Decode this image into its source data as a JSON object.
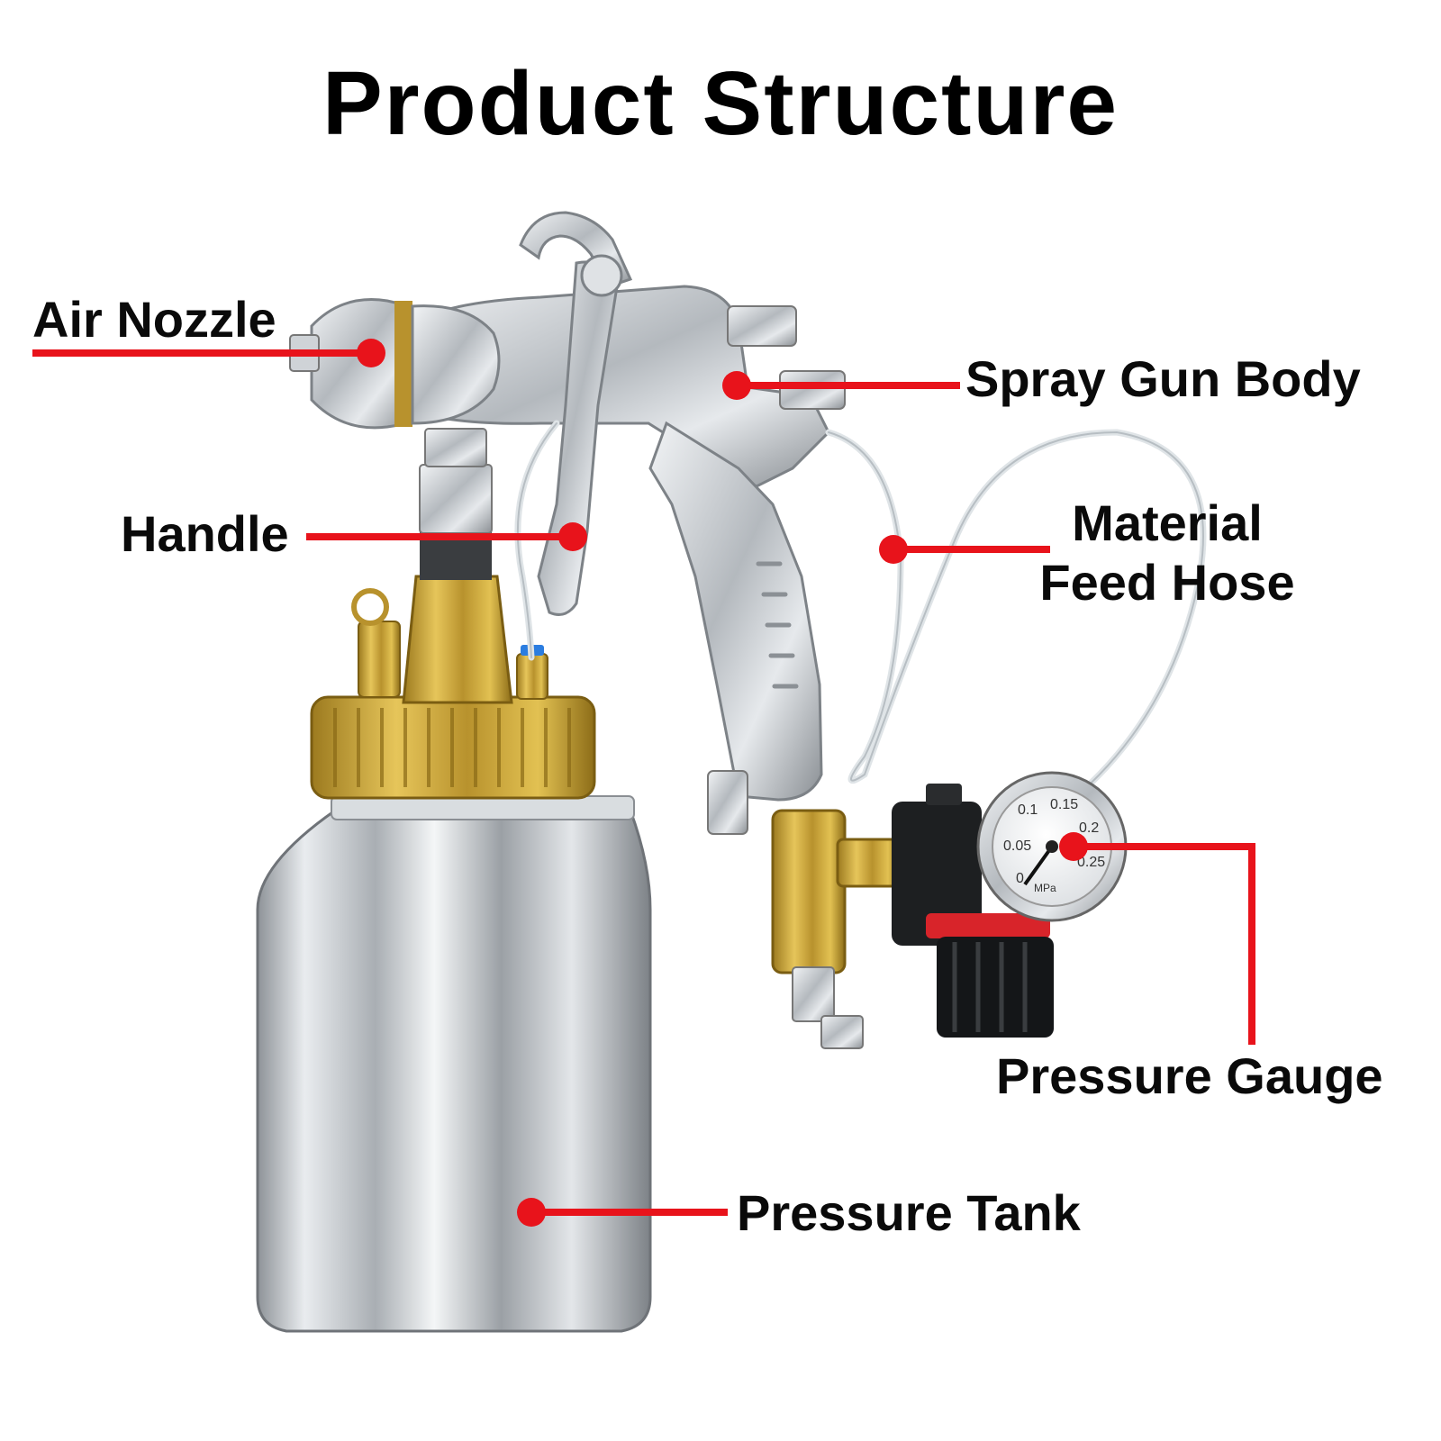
{
  "title": "Product Structure",
  "labels": {
    "air_nozzle": "Air Nozzle",
    "spray_gun_body": "Spray Gun Body",
    "handle": "Handle",
    "material_feed_hose_line1": "Material",
    "material_feed_hose_line2": "Feed Hose",
    "pressure_gauge": "Pressure Gauge",
    "pressure_tank": "Pressure Tank"
  },
  "gauge_marks": [
    "0.1",
    "0.15",
    "0.05",
    "0.2",
    "0",
    "0.25",
    "MPa"
  ],
  "colors": {
    "callout": "#e8131b",
    "brass": "#c9a23a",
    "chrome": "#c8ccd0",
    "text": "#000000"
  }
}
